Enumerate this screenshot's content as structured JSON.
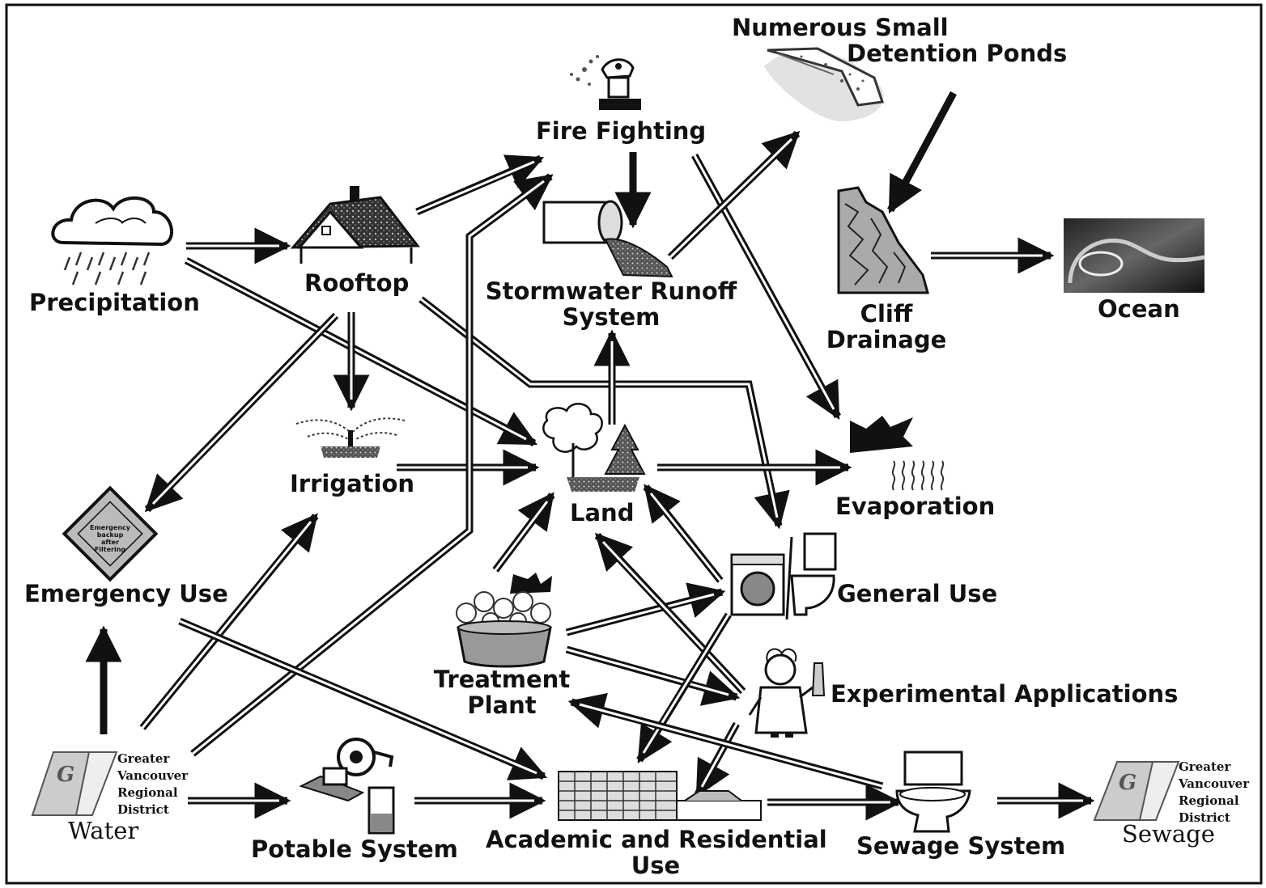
{
  "diagram": {
    "nodes": {
      "precipitation": "Precipitation",
      "rooftop": "Rooftop",
      "fire_fighting": "Fire Fighting",
      "detention_ponds": [
        "Numerous Small",
        "Detention Ponds"
      ],
      "stormwater": [
        "Stormwater Runoff",
        "System"
      ],
      "cliff_drainage": [
        "Cliff",
        "Drainage"
      ],
      "ocean": "Ocean",
      "irrigation": "Irrigation",
      "land": "Land",
      "evaporation": "Evaporation",
      "emergency_use": "Emergency Use",
      "general_use": "General Use",
      "treatment_plant": [
        "Treatment",
        "Plant"
      ],
      "experimental": "Experimental Applications",
      "potable_system": "Potable System",
      "academic_residential": [
        "Academic and Residential",
        "Use"
      ],
      "sewage_system": "Sewage System",
      "gv_water": {
        "lines": [
          "Greater",
          "Vancouver",
          "Regional",
          "District"
        ],
        "caption": "Water"
      },
      "gv_sewage": {
        "lines": [
          "Greater",
          "Vancouver",
          "Regional",
          "District"
        ],
        "caption": "Sewage"
      }
    },
    "emergency_sign": [
      "Emergency",
      "backup after",
      "Filtering"
    ],
    "icons": [
      "cloud-rain-icon",
      "house-icon",
      "fire-hydrant-icon",
      "ponds-icon",
      "pipe-icon",
      "cliff-icon",
      "wave-icon",
      "sprinkler-icon",
      "trees-icon",
      "sun-icon",
      "diamond-sign-icon",
      "appliances-icon",
      "planter-icon",
      "scientist-icon",
      "pump-icon",
      "buildings-icon",
      "toilet-icon",
      "gvrd-logo-icon"
    ]
  }
}
